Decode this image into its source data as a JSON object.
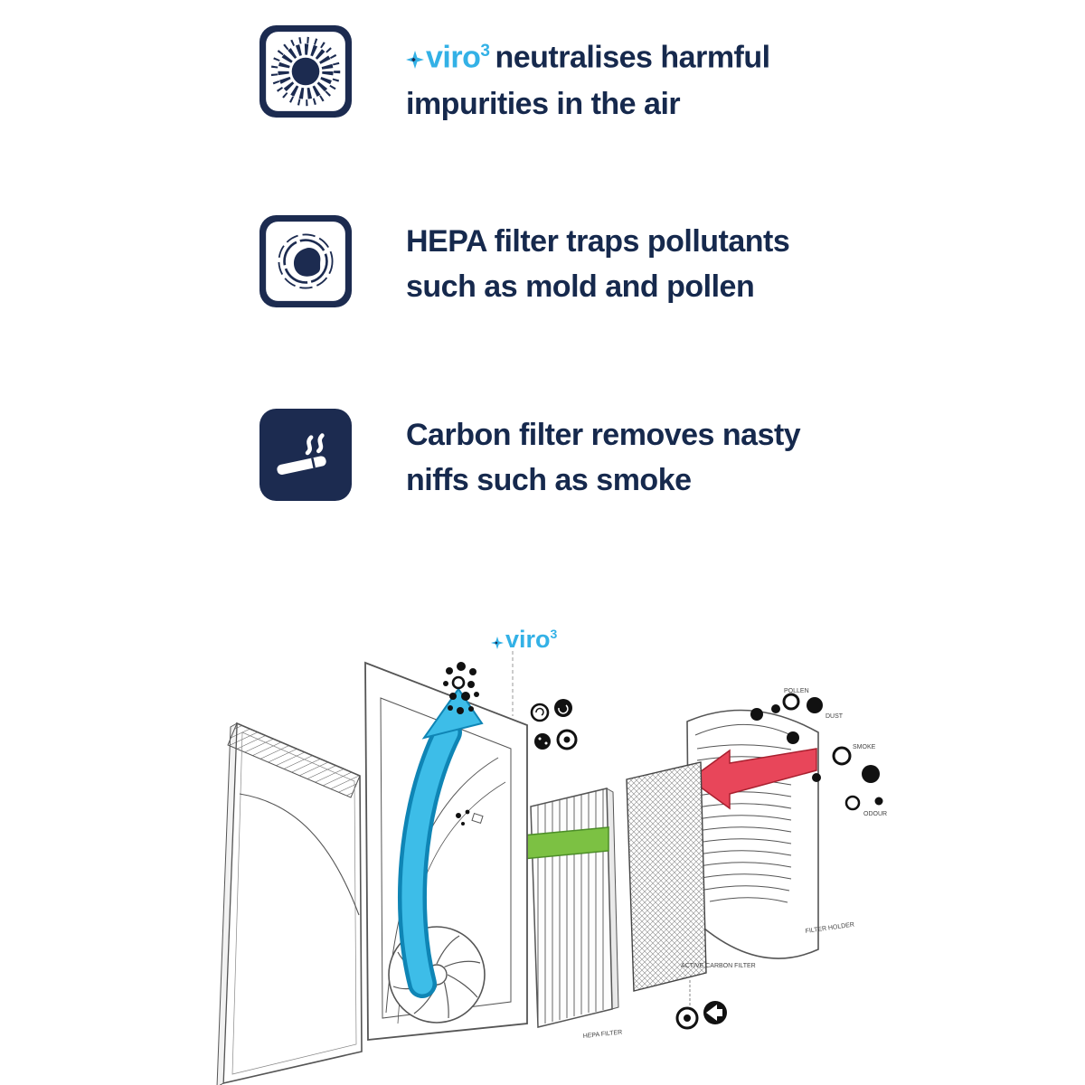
{
  "brand": {
    "name": "viro",
    "sup": "3"
  },
  "features": [
    {
      "icon": "virus-starburst-icon",
      "line1_rest": "neutralises harmful",
      "line2": "impurities in the air"
    },
    {
      "icon": "mold-pollen-icon",
      "line1": "HEPA filter traps pollutants",
      "line2": "such as mold and pollen"
    },
    {
      "icon": "smoke-cigarette-icon",
      "line1": "Carbon filter removes nasty",
      "line2": "niffs such as smoke"
    }
  ],
  "diagram": {
    "brand": {
      "name": "viro",
      "sup": "3"
    },
    "labels": {
      "hepa": "HEPA FILTER",
      "carbon": "ACTIVE CARBON FILTER",
      "holder": "FILTER HOLDER",
      "pollen": "POLLEN",
      "dust": "DUST",
      "smoke": "SMOKE",
      "odour": "ODOUR"
    }
  },
  "colors": {
    "navy": "#1c2b50",
    "brand_blue": "#33b1e6",
    "arrow_blue": "#3dbde8",
    "arrow_green": "#7cc143",
    "arrow_red": "#e8465a",
    "line_art": "#555555"
  }
}
